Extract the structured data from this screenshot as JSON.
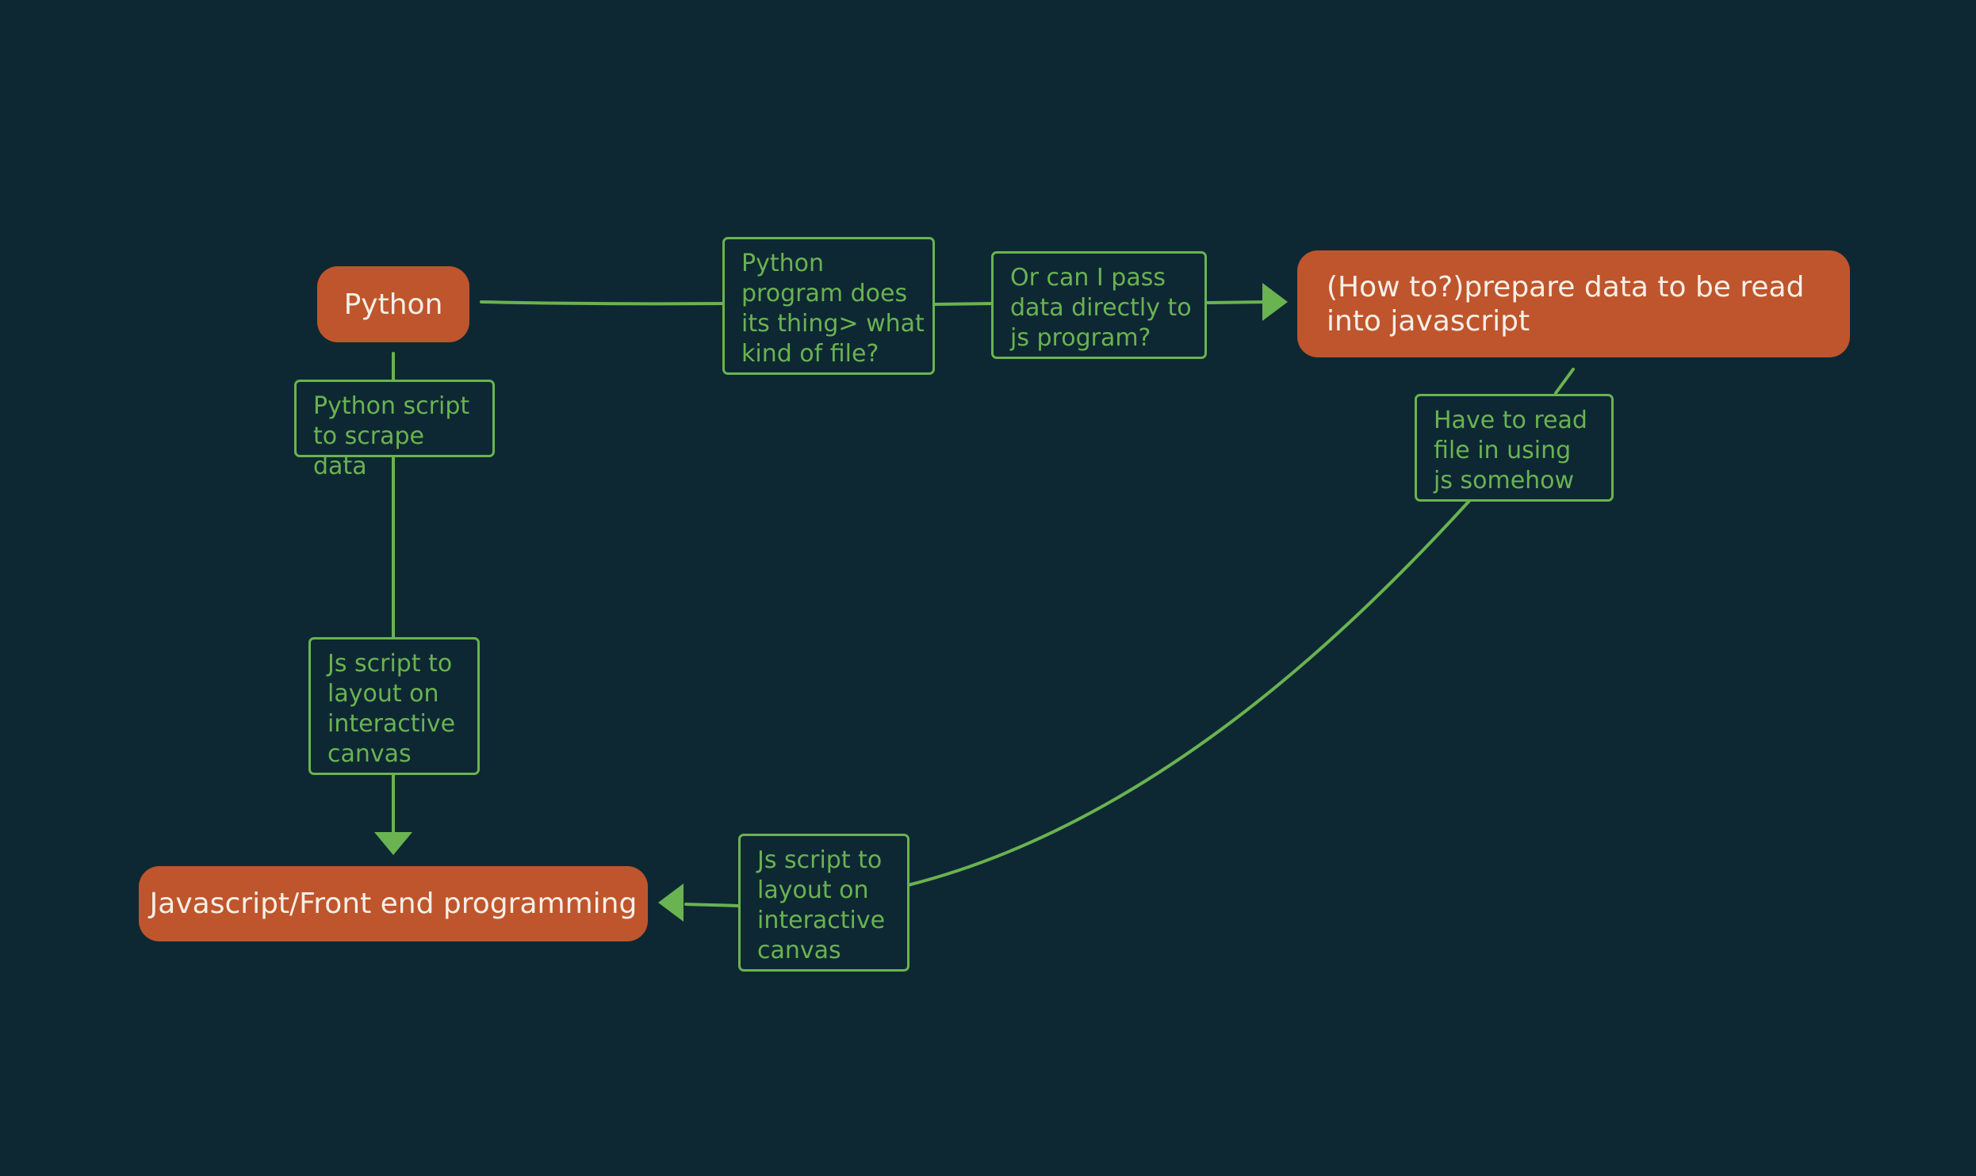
{
  "colors": {
    "background": "#0e2833",
    "topic_fill": "#bf552c",
    "topic_text": "#f5efe8",
    "connector": "#6ab351"
  },
  "topics": {
    "python": "Python",
    "prepare_data": "(How to?)prepare data to be read into javascript",
    "frontend": "Javascript/Front end programming"
  },
  "labels": {
    "scrape": "Python script to scrape data",
    "js_layout_left": "Js script to layout on interactive canvas",
    "file_kind": "Python program does its thing> what kind of  file?",
    "pass_directly": " Or can I pass data directly to js program?",
    "read_file": "Have to read file in using js somehow",
    "js_layout_bottom": "Js script to layout on interactive canvas"
  }
}
